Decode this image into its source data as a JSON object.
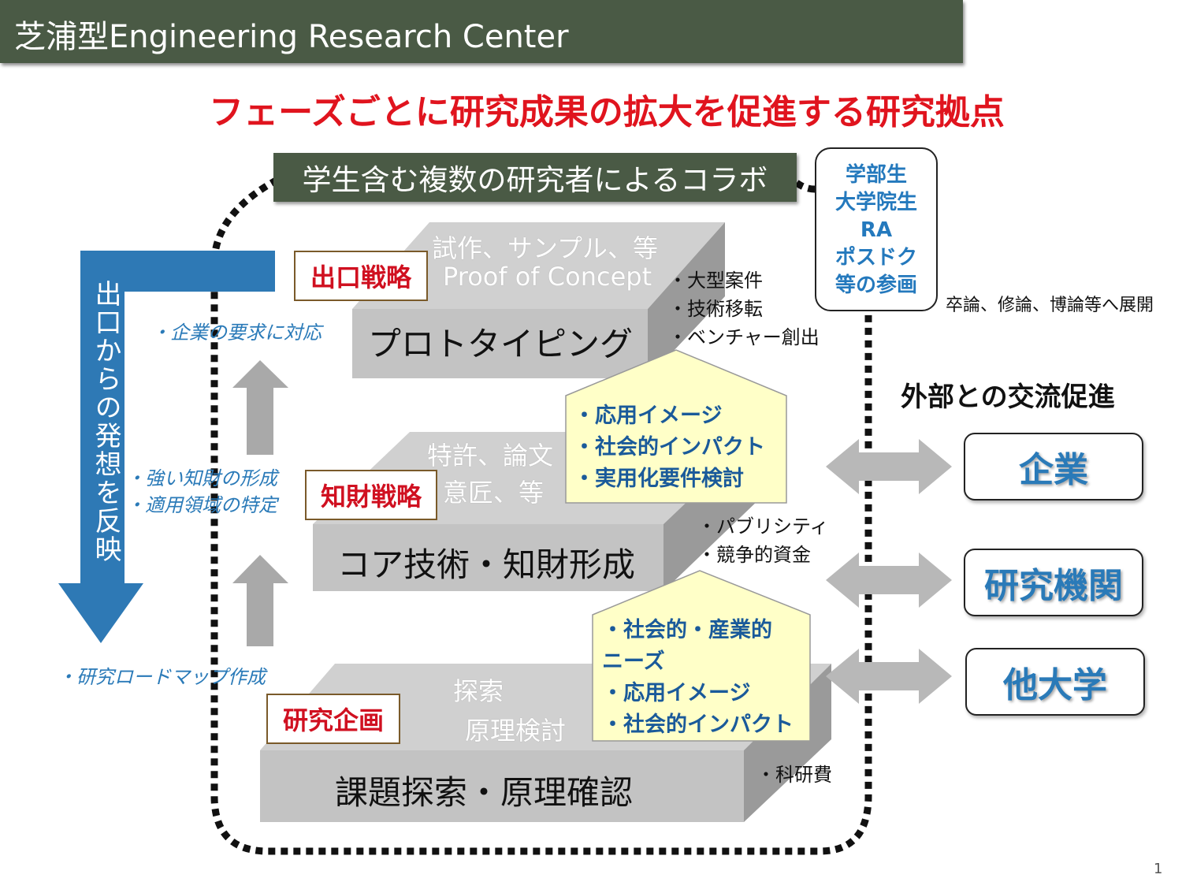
{
  "title": "芝浦型Engineering Research Center",
  "headline": "フェーズごとに研究成果の拡大を促進する研究拠点",
  "collab_label": "学生含む複数の研究者によるコラボ",
  "participants": [
    "学部生",
    "大学院生",
    "RA",
    "ポスドク",
    "等の参画"
  ],
  "thesis_note": "卒論、修論、博論等へ展開",
  "left_arrow_label": "出口からの発想を反映",
  "stages": [
    {
      "name": "プロトタイピング",
      "strategy": "出口戦略",
      "top_lines": [
        "試作、サンプル、等",
        "Proof of Concept"
      ],
      "outcomes": [
        "・大型案件",
        "・技術移転",
        "・ベンチャー創出"
      ],
      "side_note": [
        "・企業の要求に対応"
      ]
    },
    {
      "name": "コア技術・知財形成",
      "strategy": "知財戦略",
      "top_lines": [
        "特許、論文",
        "意匠、等"
      ],
      "outcomes": [
        "・パブリシティ",
        "・競争的資金"
      ],
      "side_note": [
        "・強い知財の形成",
        "・適用領域の特定"
      ]
    },
    {
      "name": "課題探索・原理確認",
      "strategy": "研究企画",
      "top_lines": [
        "探索",
        "原理検討"
      ],
      "outcomes": [
        "・科研費"
      ],
      "side_note": [
        "・研究ロードマップ作成"
      ]
    }
  ],
  "callouts": [
    [
      "・応用イメージ",
      "・社会的インパクト",
      "・実用化要件検討"
    ],
    [
      "・社会的・産業的",
      "ニーズ",
      "・応用イメージ",
      "・社会的インパクト"
    ]
  ],
  "exchange_title": "外部との交流促進",
  "partners": [
    "企業",
    "研究機関",
    "他大学"
  ],
  "page_number": "1",
  "colors": {
    "title_bg": "#4a5a45",
    "headline": "#e0141e",
    "accent_blue": "#2a7ab8",
    "arrow_blue": "#2e79b5",
    "callout_bg": "#ffffc8"
  }
}
